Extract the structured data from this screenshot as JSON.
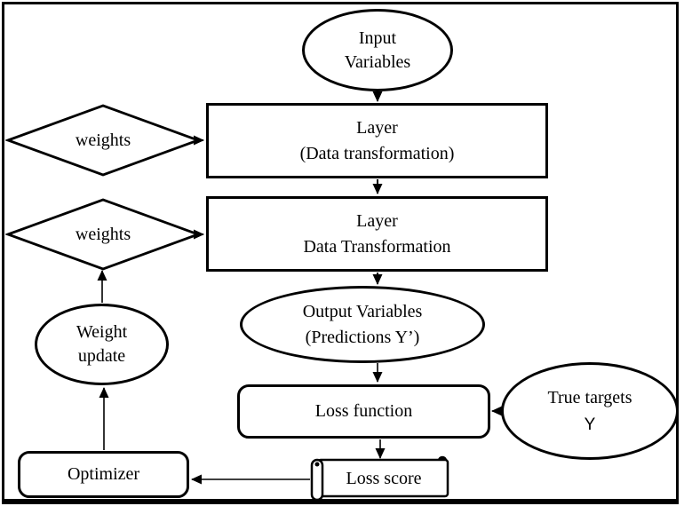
{
  "colors": {
    "stroke": "#000000",
    "background": "#ffffff",
    "text": "#000000"
  },
  "nodes": {
    "input": {
      "line1": "Input",
      "line2": "Variables"
    },
    "weights1": {
      "label": "weights"
    },
    "layer1": {
      "line1": "Layer",
      "line2": "(Data transformation)"
    },
    "weights2": {
      "label": "weights"
    },
    "layer2": {
      "line1": "Layer",
      "line2": "Data Transformation"
    },
    "output": {
      "line1": "Output Variables",
      "line2": "(Predictions Y’)"
    },
    "loss_function": {
      "label": "Loss function"
    },
    "true_targets": {
      "line1": "True targets",
      "line2": "Y"
    },
    "loss_score": {
      "label": "Loss score"
    },
    "optimizer": {
      "label": "Optimizer"
    },
    "weight_update": {
      "line1": "Weight",
      "line2": "update"
    }
  },
  "edges": [
    {
      "from": "input",
      "to": "layer1"
    },
    {
      "from": "weights1",
      "to": "layer1"
    },
    {
      "from": "layer1",
      "to": "layer2"
    },
    {
      "from": "weights2",
      "to": "layer2"
    },
    {
      "from": "layer2",
      "to": "output"
    },
    {
      "from": "output",
      "to": "loss_function"
    },
    {
      "from": "true_targets",
      "to": "loss_function"
    },
    {
      "from": "loss_function",
      "to": "loss_score"
    },
    {
      "from": "loss_score",
      "to": "optimizer"
    },
    {
      "from": "optimizer",
      "to": "weight_update"
    },
    {
      "from": "weight_update",
      "to": "weights2"
    }
  ]
}
